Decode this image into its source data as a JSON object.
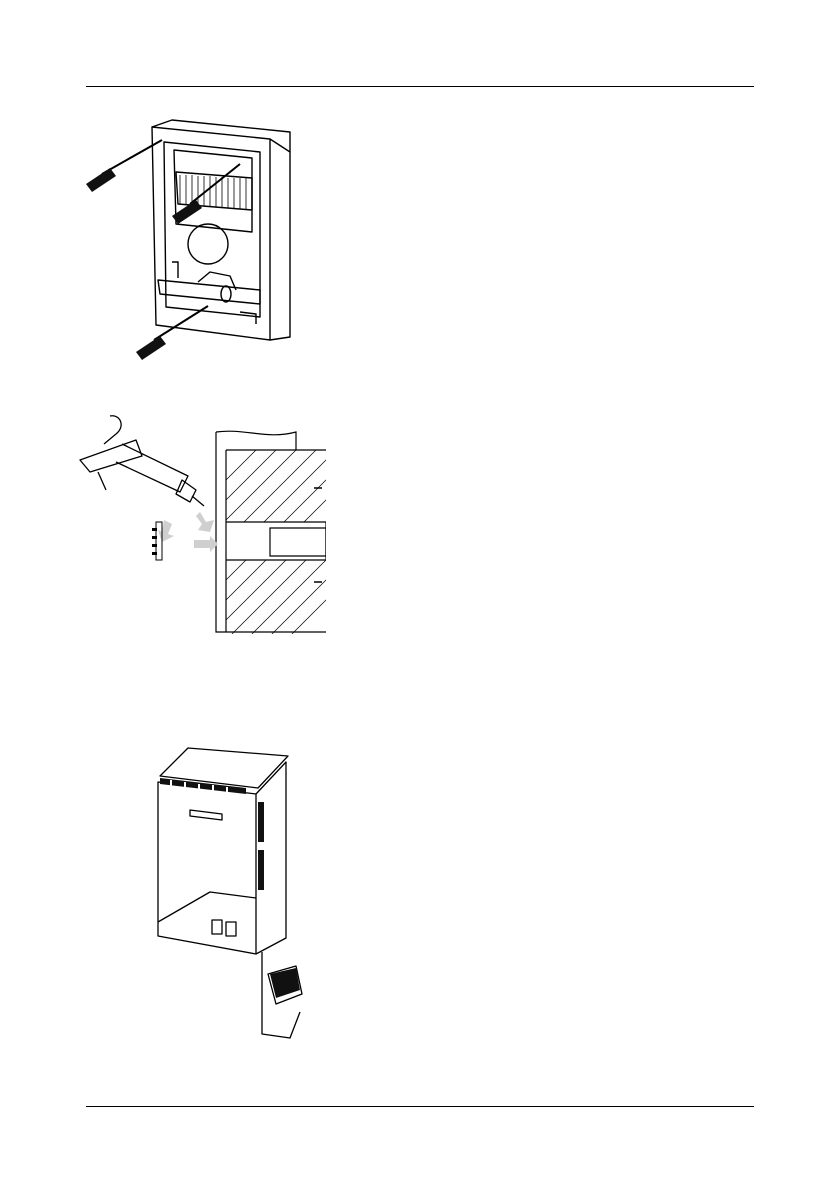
{
  "page": {
    "figures": [
      {
        "icon": "screwdriver-mounting-illustration"
      },
      {
        "icon": "sealant-wall-plug-illustration"
      },
      {
        "icon": "device-power-adapter-illustration"
      }
    ]
  }
}
